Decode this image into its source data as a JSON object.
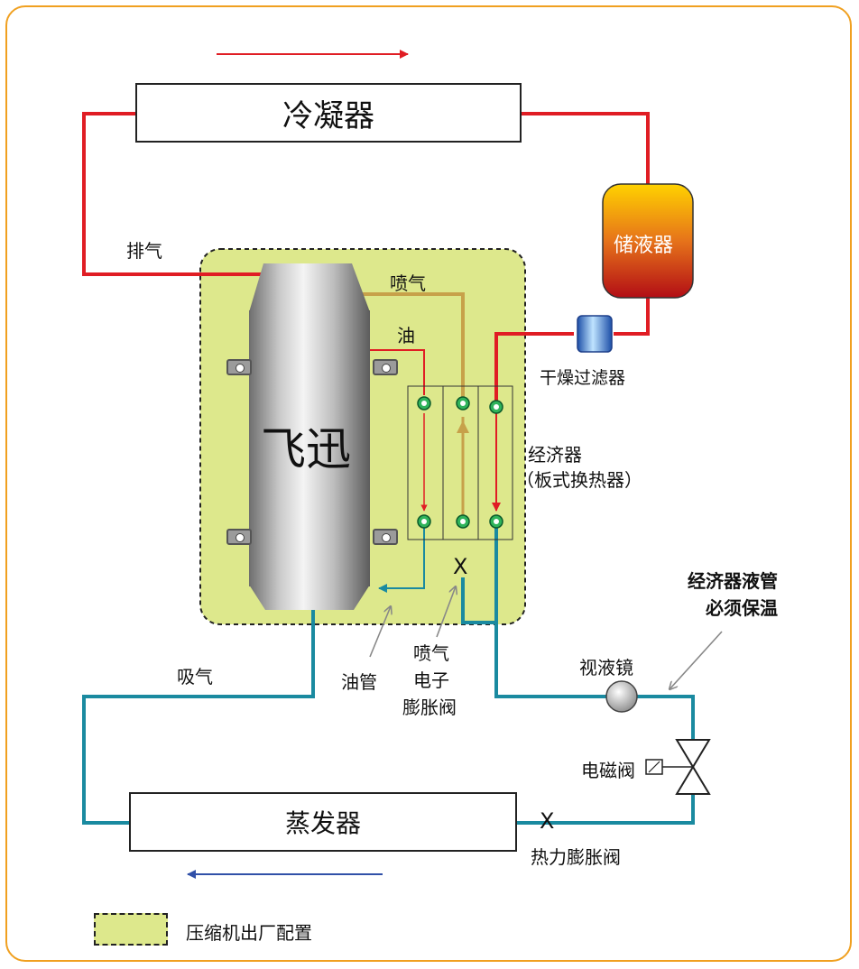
{
  "labels": {
    "condenser": "冷凝器",
    "receiver": "储液器",
    "dryer_filter": "干燥过滤器",
    "exhaust": "排气",
    "injection": "喷气",
    "oil": "油",
    "compressor_brand": "飞迅",
    "economizer": "经济器",
    "economizer_type": "（板式换热器）",
    "economizer_note_line1": "经济器液管",
    "economizer_note_line2": "必须保温",
    "suction": "吸气",
    "oil_pipe": "油管",
    "injection_valve_line1": "喷气",
    "injection_valve_line2": "电子",
    "injection_valve_line3": "膨胀阀",
    "sight_glass": "视液镜",
    "solenoid_valve": "电磁阀",
    "evaporator": "蒸发器",
    "thermal_expansion_valve": "热力膨胀阀",
    "legend_factory_config": "压缩机出厂配置",
    "valve_symbol": "X"
  },
  "colors": {
    "frame": "#f0a020",
    "hot_line": "#e01d24",
    "cold_line": "#1a8aa0",
    "injection_line": "#c7a14a",
    "factory_zone": "#dde88c",
    "flow_top": "#e01d24",
    "flow_bottom": "#3050a8"
  }
}
